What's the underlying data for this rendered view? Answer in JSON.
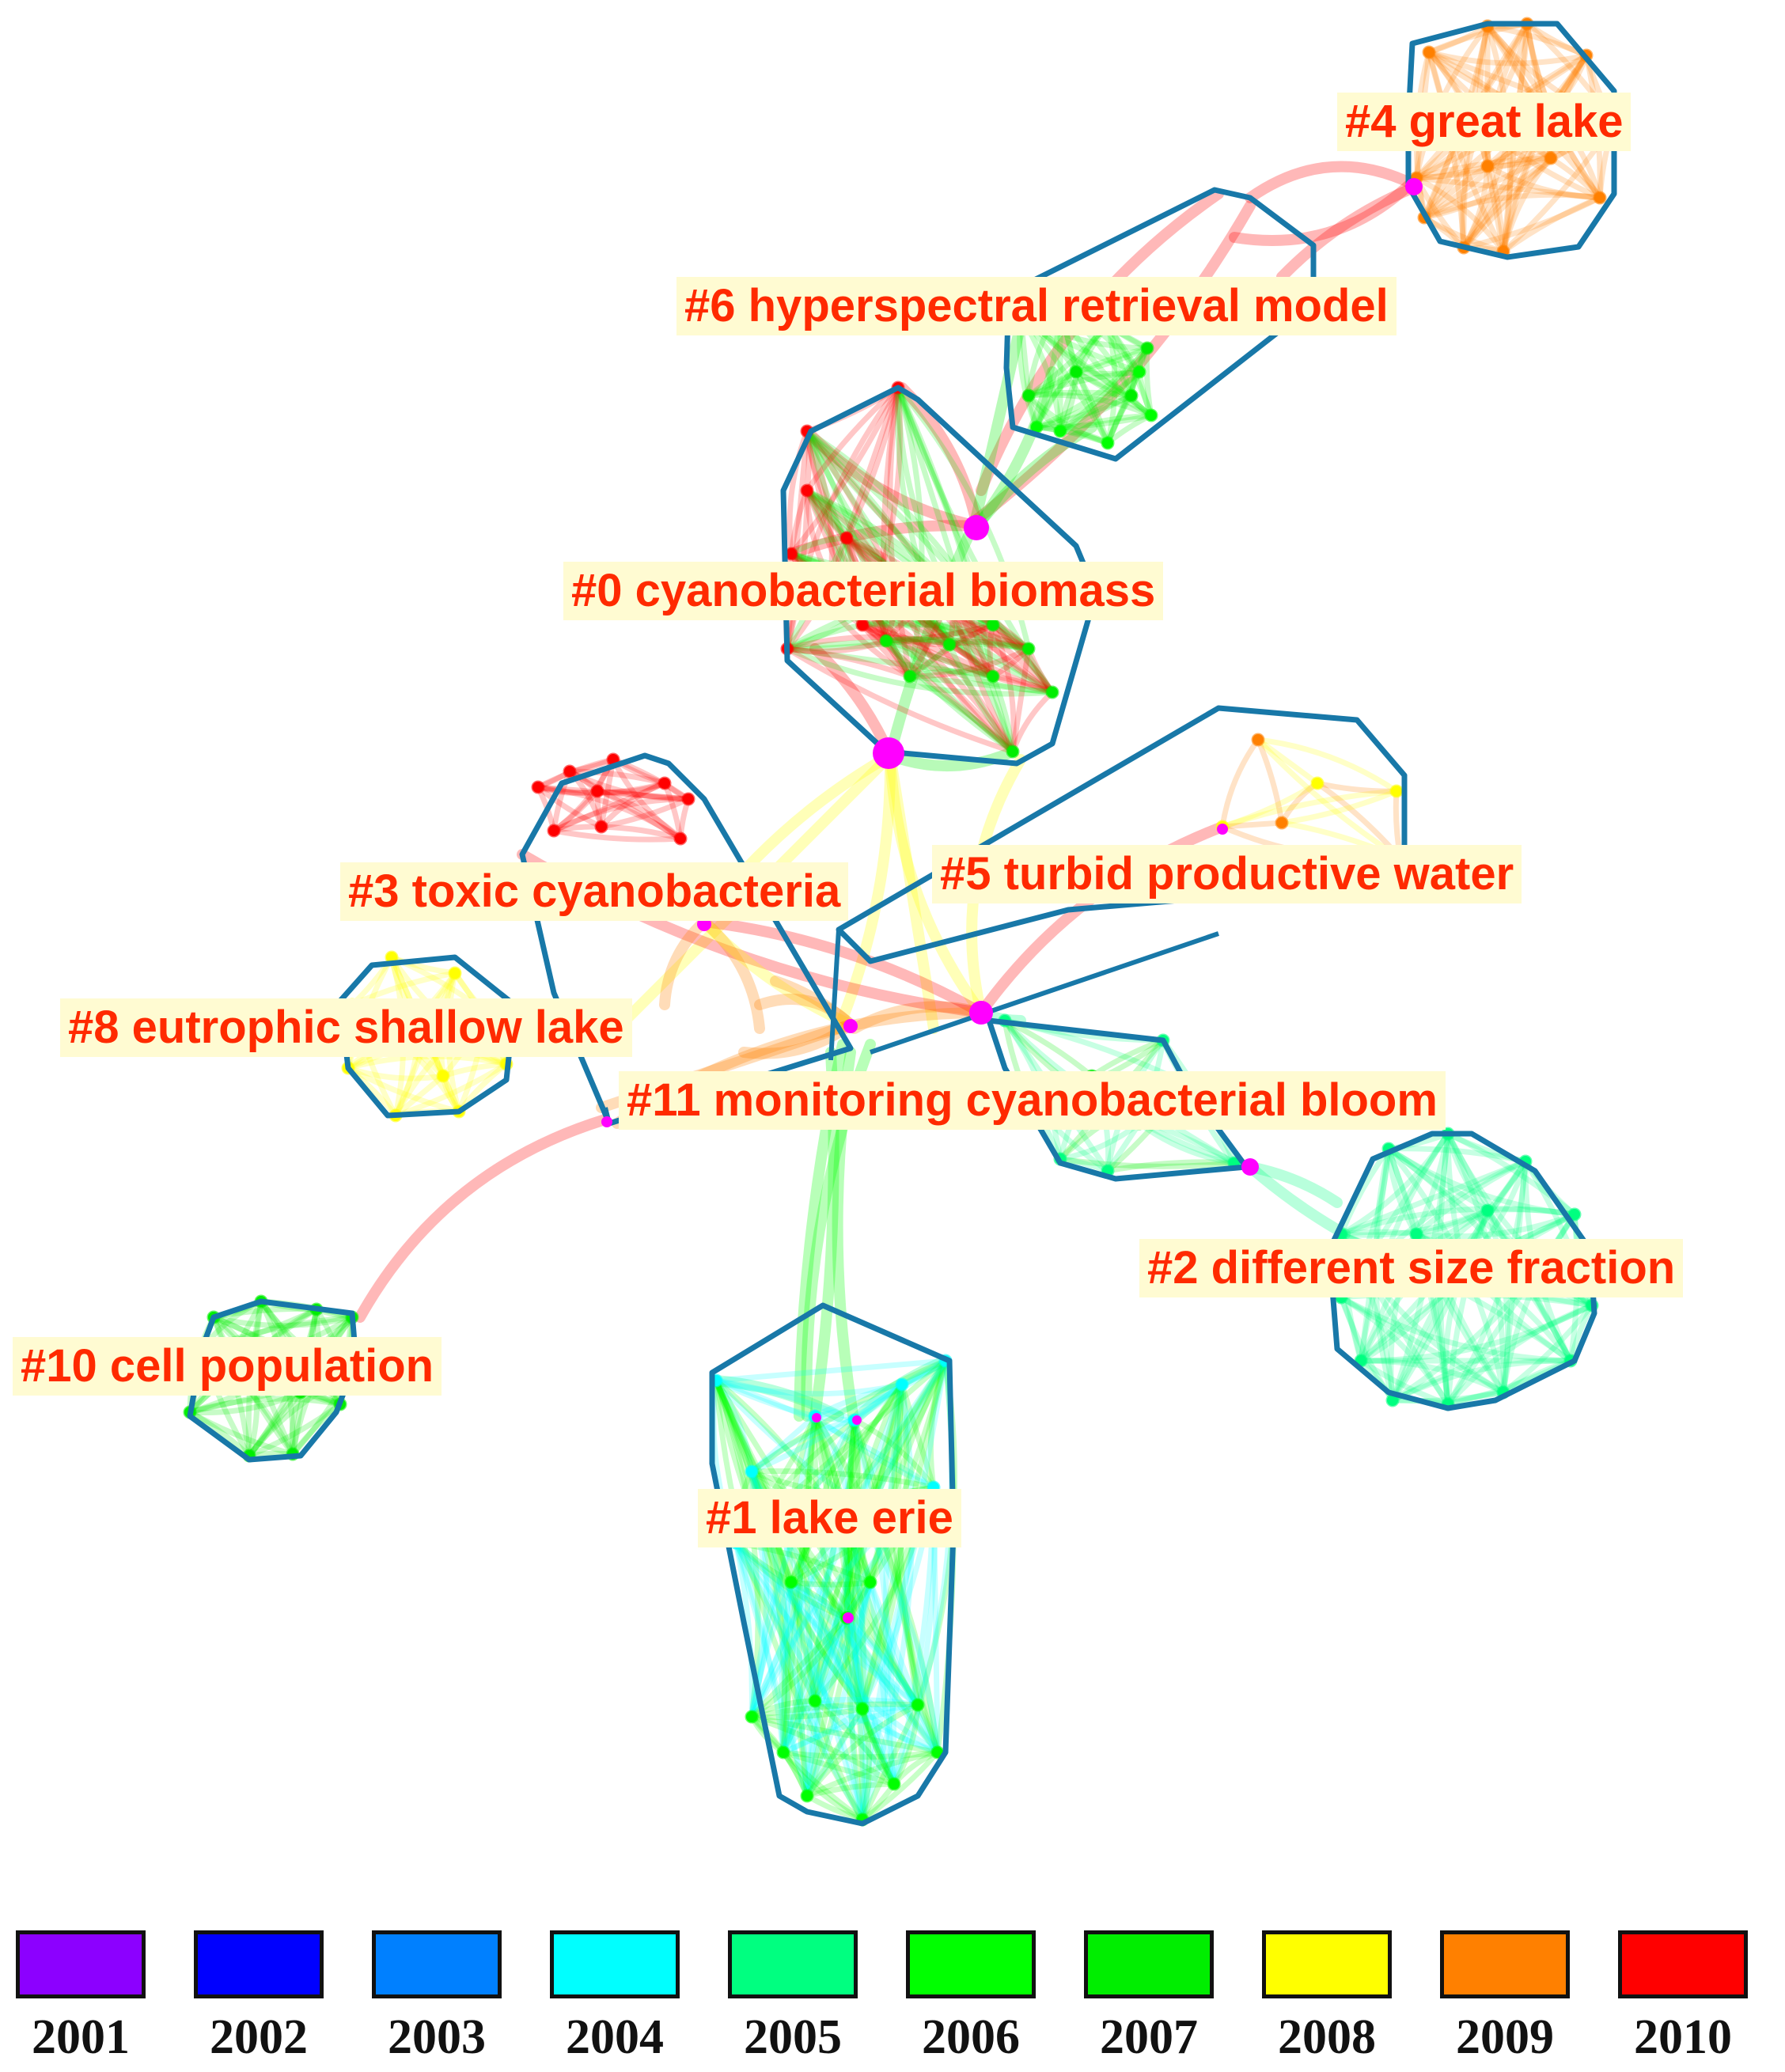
{
  "clusters": [
    {
      "id": "c4",
      "label": "#4 great lake"
    },
    {
      "id": "c6",
      "label": "#6 hyperspectral retrieval model"
    },
    {
      "id": "c0",
      "label": "#0 cyanobacterial biomass"
    },
    {
      "id": "c3",
      "label": "#3 toxic cyanobacteria"
    },
    {
      "id": "c5",
      "label": "#5 turbid productive water"
    },
    {
      "id": "c8",
      "label": "#8 eutrophic shallow lake"
    },
    {
      "id": "c11",
      "label": "#11 monitoring cyanobacterial bloom"
    },
    {
      "id": "c2",
      "label": "#2 different size fraction"
    },
    {
      "id": "c10",
      "label": "#10 cell population"
    },
    {
      "id": "c1",
      "label": "#1 lake erie"
    }
  ],
  "legend": [
    {
      "year": "2001",
      "color": "#8c00ff"
    },
    {
      "year": "2002",
      "color": "#0000ff"
    },
    {
      "year": "2003",
      "color": "#0080ff"
    },
    {
      "year": "2004",
      "color": "#00ffff"
    },
    {
      "year": "2005",
      "color": "#00ff80"
    },
    {
      "year": "2006",
      "color": "#00ff00"
    },
    {
      "year": "2007",
      "color": "#00ee00"
    },
    {
      "year": "2008",
      "color": "#ffff00"
    },
    {
      "year": "2009",
      "color": "#ff8000"
    },
    {
      "year": "2010",
      "color": "#ff0000"
    }
  ],
  "colors": {
    "hull": "#1878a8",
    "hub": "#ff00ff",
    "label_text": "#ff2a00",
    "label_bg": "#fffbd2"
  }
}
